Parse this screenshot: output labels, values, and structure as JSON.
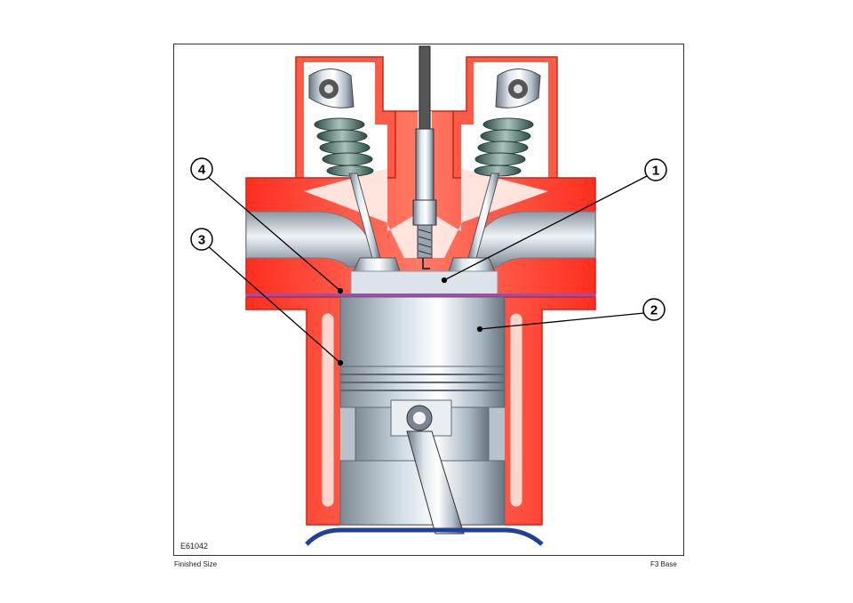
{
  "figure": {
    "id": "E61042",
    "footer_left": "Finished Size",
    "footer_right": "F3 Base"
  },
  "callouts": [
    {
      "number": "1"
    },
    {
      "number": "2"
    },
    {
      "number": "3"
    },
    {
      "number": "4"
    }
  ],
  "colors": {
    "cylinder_head": "#ff4a3a",
    "coolant": "#ffd6cc",
    "piston": "#c9d3dc",
    "ports": "#aeb8c2",
    "gasket": "#9c4fb0"
  }
}
